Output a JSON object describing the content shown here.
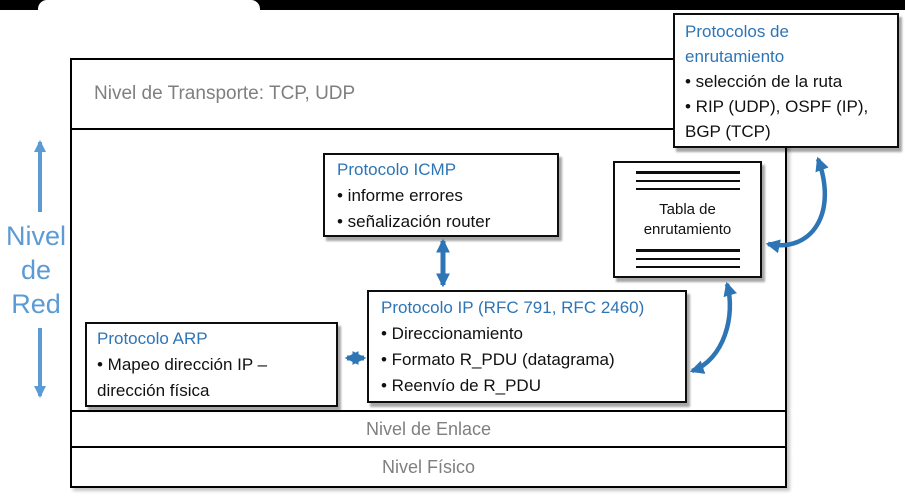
{
  "palette": {
    "title_blue": "#2E75B6",
    "arrow_blue": "#2E75B6",
    "side_label_blue": "#5B9BD5",
    "layer_text_gray": "#7F7F7F",
    "box_border": "#000000"
  },
  "layers": {
    "transport_label": "Nivel de Transporte: TCP, UDP",
    "link_label": "Nivel de Enlace",
    "physical_label": "Nivel Físico"
  },
  "side_label": "Nivel\nde\nRed",
  "boxes": {
    "icmp": {
      "title": "Protocolo ICMP",
      "body": "• informe errores\n• señalización router"
    },
    "ip": {
      "title": "Protocolo IP (RFC 791, RFC 2460)",
      "body": "• Direccionamiento\n• Formato R_PDU (datagrama)\n• Reenvío de R_PDU"
    },
    "arp": {
      "title": "Protocolo ARP",
      "body": "• Mapeo dirección IP –\ndirección física"
    },
    "routing_protocols": {
      "title": "Protocolos de\nenrutamiento",
      "body": "• selección de la ruta\n• RIP (UDP), OSPF (IP),\nBGP (TCP)"
    },
    "routing_table": {
      "label": "Tabla de\nenrutamiento"
    }
  }
}
